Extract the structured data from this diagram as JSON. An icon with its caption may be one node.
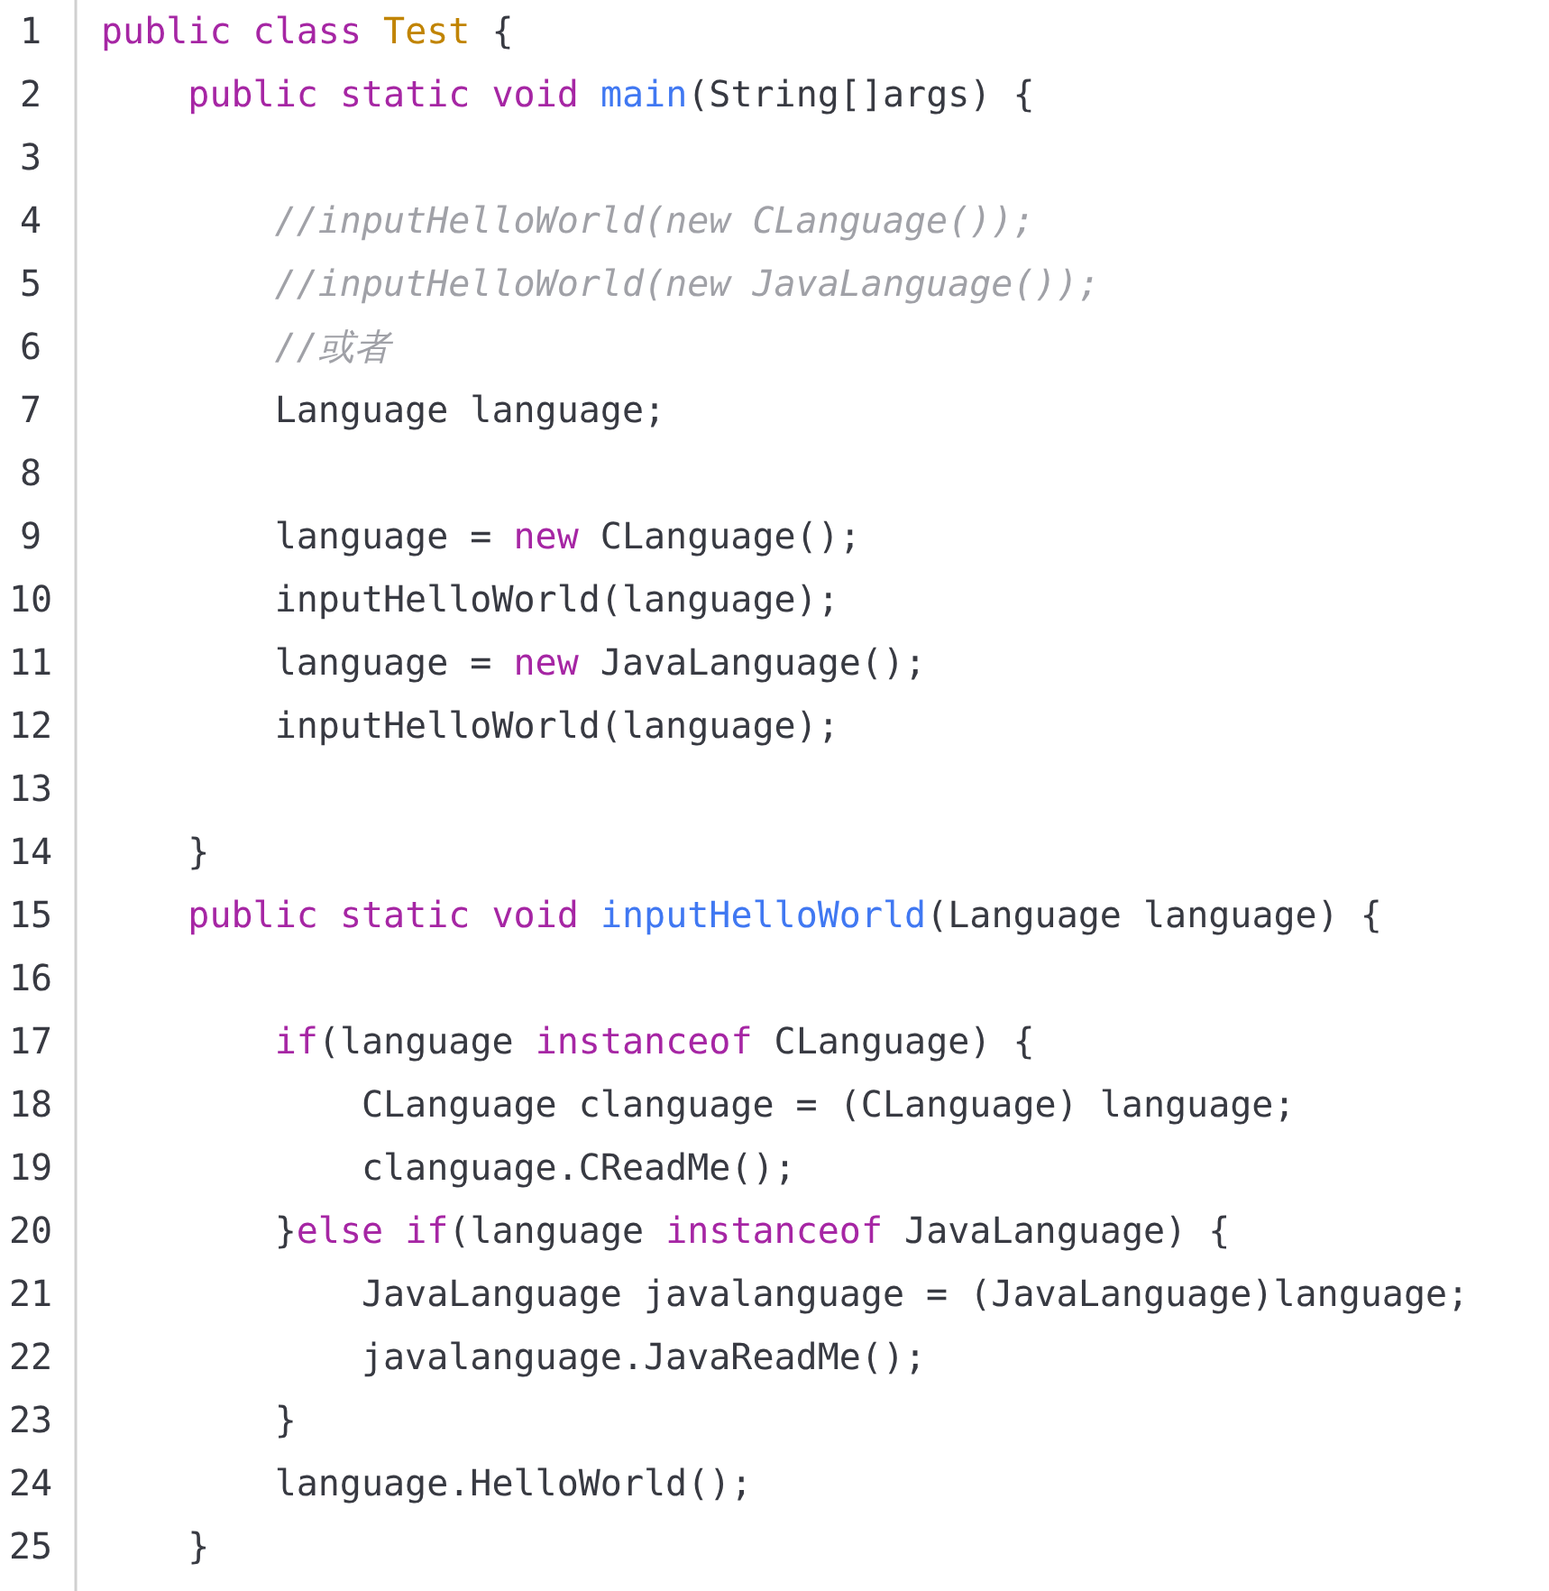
{
  "diagram": {
    "labels": [
      "1",
      "public class Test {",
      "2",
      "public static void main(String[]args) {",
      "3",
      "4",
      "//inputHelloWorld(new CLanguage());",
      "5",
      "//inputHelloWorld(new JavaLanguage());",
      "6",
      "//或者",
      "7",
      "Language language;",
      "8",
      "9",
      "language = new CLanguage();",
      "10",
      "inputHelloWorld(language);",
      "11",
      "language = new JavaLanguage();",
      "12",
      "inputHelloWorld(language);",
      "13",
      "14",
      "}",
      "15",
      "public static void inputHelloWorld(Language language) {",
      "16",
      "17",
      "if(language instanceof CLanguage) {",
      "18",
      "CLanguage clanguage = (CLanguage) language;",
      "19",
      "clanguage.CReadMe();",
      "20",
      "}else if(language instanceof JavaLanguage) {",
      "21",
      "JavaLanguage javalanguage = (JavaLanguage)language;",
      "22",
      "javalanguage.JavaReadMe();",
      "23",
      "}",
      "24",
      "language.HelloWorld();",
      "25",
      "}"
    ]
  }
}
